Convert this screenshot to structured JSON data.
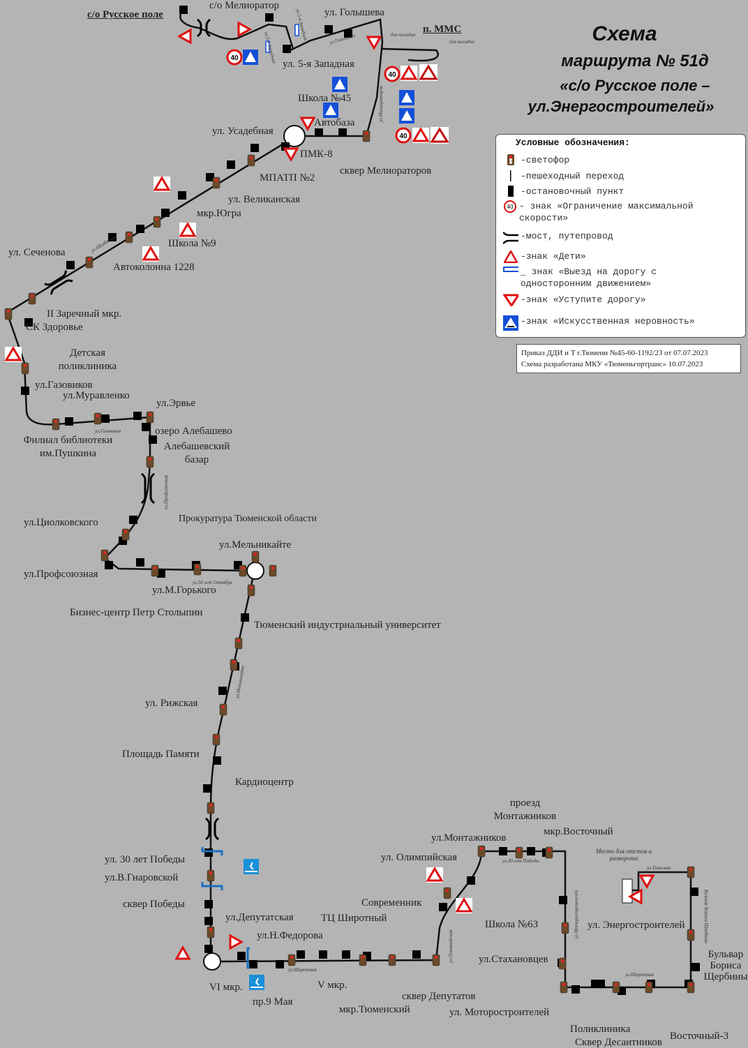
{
  "title": {
    "line1": "Схема",
    "line2": "маршрута № 51д",
    "line3": "«с/о Русское поле –",
    "line4": "ул.Энергостроителей»"
  },
  "legend": {
    "heading": "Условные обозначения:",
    "items": [
      {
        "icon": "traffic-light-icon",
        "label": "-светофор"
      },
      {
        "icon": "crosswalk-icon",
        "label": "-пешеходный переход"
      },
      {
        "icon": "bus-stop-icon",
        "label": "-остановочный пункт"
      },
      {
        "icon": "speed-limit-40-icon",
        "label": "- знак «Ограничение максимальной скорости»"
      },
      {
        "icon": "bridge-icon",
        "label": "-мост, путепровод"
      },
      {
        "icon": "children-sign-icon",
        "label": "-знак «Дети»"
      },
      {
        "icon": "one-way-exit-sign-icon",
        "label": "_ знак «Выезд на дорогу с односторонним движением»"
      },
      {
        "icon": "yield-sign-icon",
        "label": "-знак «Уступите дорогу»"
      },
      {
        "icon": "speed-bump-sign-icon",
        "label": "-знак «Искусственная неровность»"
      }
    ]
  },
  "order": {
    "line1": "Приказ ДДИ и Т г.Тюмени №45-60-1192/23 от 07.07.2023",
    "line2": "Схема разработана МКУ «Тюменьгортранс» 10.07.2023"
  },
  "stops": [
    "с/о Русское поле",
    "с/о Мелиоратор",
    "ул. Голышева",
    "п. ММС",
    "ул. 5-я Западная",
    "Школа №45",
    "Автобаза",
    "ул. Усадебная",
    "ПМК-8",
    "сквер Мелиораторов",
    "МПАТП №2",
    "ул. Великанская",
    "мкр.Югра",
    "Школа №9",
    "Автоколонна 1228",
    "ул. Сеченова",
    "II Заречный мкр.",
    "СК Здоровье",
    "Детская поликлиника",
    "ул.Газовиков",
    "ул.Муравленко",
    "ул.Эрвье",
    "Филиал библиотеки им.Пушкина",
    "озеро Алебашево",
    "Алебашевский базар",
    "ул.Циолковского",
    "Прокуратура Тюменской области",
    "ул.Мельникайте",
    "ул.Профсоюзная",
    "ул.М.Горького",
    "Бизнес-центр Петр Столыпин",
    "Тюменский индустриальный университет",
    "ул. Рижская",
    "Площадь Памяти",
    "Кардиоцентр",
    "ул. 30 лет Победы",
    "ул.В.Гнаровской",
    "сквер Победы",
    "ул.Депутатская",
    "ул.Н.Федорова",
    "ТЦ Широтный",
    "Современник",
    "ул. Олимпийская",
    "ул.Монтажников",
    "проезд Монтажников",
    "мкр.Восточный",
    "VI мкр.",
    "пр.9 Мая",
    "V мкр.",
    "мкр.Тюменский",
    "сквер Депутатов",
    "Школа №63",
    "ул.Стахановцев",
    "ул. Моторостроителей",
    "ул. Энергостроителей",
    "Бульвар Бориса Щербины",
    "Поликлиника",
    "Сквер Десантников",
    "Восточный-3"
  ],
  "streets": [
    "ул.5-я Западная",
    "ул.5-я Западная",
    "ул.Голышева",
    "для посадки",
    "для высадки",
    "ул.Мелиораторов",
    "ул.Щербакова",
    "ул.Газовиков",
    "ул.Профсоюзная",
    "ул.50 лет Октября",
    "ул.Мельникайте",
    "ул.Широтная",
    "ул.Олимпийская",
    "ул.30 лет Победы",
    "ул.Моторостроителей",
    "ул.Широтная",
    "ул.Тальская",
    "Бульвар Бориса Щербины"
  ],
  "turnaround_note": "Место для отстоя и разворота",
  "colors": {
    "background": "#b4b4b4",
    "route": "#111111",
    "sign_red": "#e01010",
    "sign_blue": "#1450d8",
    "underpass_blue": "#1a8fd8"
  }
}
